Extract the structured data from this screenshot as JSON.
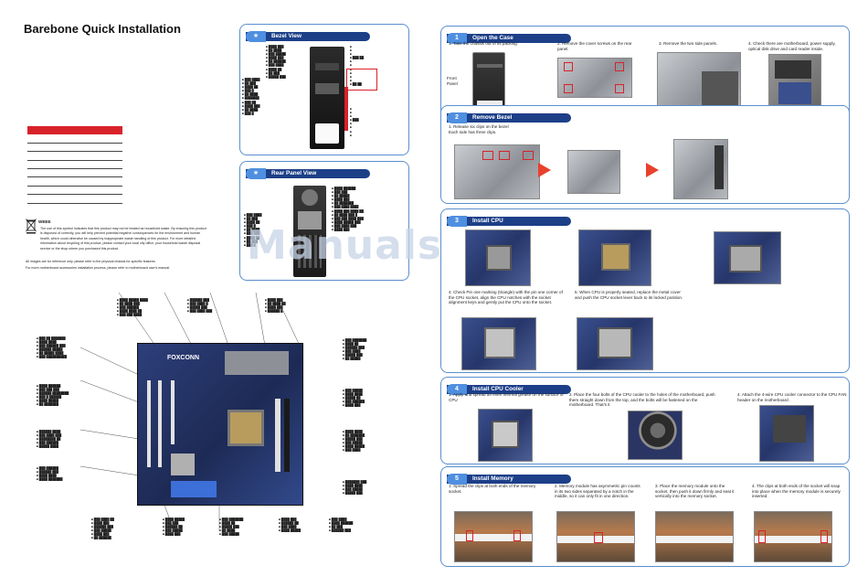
{
  "title": "Barebone Quick Installation",
  "weee": {
    "heading": "WEEE",
    "lines": [
      "The use of this symbol indicates that this product may not be treated as household waste. By ensuring this product",
      "is disposed of correctly, you will help prevent potential negative consequences for the environment and human",
      "health, which could otherwise be caused by inappropriate waste handling of this product. For more detailed",
      "information about recycling of this product, please contact your local city office, your household waste disposal",
      "service or the shop where you purchased this product."
    ]
  },
  "notes": [
    "All images are for reference only, please refer to the physical chassis for specific features.",
    "For more motherboard accessories installation process, please refer to motherboard user's manual."
  ],
  "watermark": "ManualsLib.com",
  "board_brand": "FOXCONN",
  "panels": {
    "bezel": {
      "badge": "★",
      "title": "Bezel View"
    },
    "rear": {
      "badge": "★",
      "title": "Rear Panel View"
    },
    "open_case": {
      "badge": "1",
      "title": "Open the Case",
      "steps": [
        "1. Take the chassis out of its packing.",
        "2. Remove the cover screws on the rear panel.",
        "3. Remove the two side panels.",
        "4. Check there are motherboard, power supply, optical disk drive and card reader inside."
      ],
      "front_panel_label": [
        "Front",
        "Panel"
      ]
    },
    "remove_bezel": {
      "badge": "2",
      "title": "Remove Bezel",
      "steps": [
        "1. Release six clips on the bezel",
        "Each side has three clips."
      ]
    },
    "install_cpu": {
      "badge": "3",
      "title": "Install CPU",
      "steps": [
        "4. Check Pin one marking (triangle) with the pin one corner of the CPU socket, align the CPU notches with the socket alignment keys and gently put the CPU onto the socket.",
        "5. When CPU is properly seated, replace the metal cover and push the CPU socket lever back to its locked position."
      ]
    },
    "install_cooler": {
      "badge": "4",
      "title": "Install CPU Cooler",
      "steps": [
        "1. Apply and spread an even thermal grease on the surface of CPU",
        "2. Place the four bolts of the CPU cooler to the holes of the motherboard, push them straight down from the top, and the bolts will be fastened on the motherboard. That's it",
        "4. Attach the 4-wire CPU cooler connector to the CPU FAN header on the motherboard ."
      ]
    },
    "install_memory": {
      "badge": "5",
      "title": "Install Memory",
      "steps": [
        "1. Spread the clips at both ends of the memory socket.",
        "2. Memory module has asymmetric pin counts in its two sides separated by a notch in the middle, so it can only fit in one direction.",
        "3. Place the memory module onto the socket, then push it down firmly and seat it vertically into the memory socket.",
        "4. The clips at both ends of the socket will snap into place when the memory module is securely inserted."
      ]
    }
  },
  "colors": {
    "accent": "#1c3f88",
    "badge": "#4f8fe0",
    "border": "#5b8fcf",
    "table_head": "#d8222a",
    "arrow": "#e8412d"
  }
}
